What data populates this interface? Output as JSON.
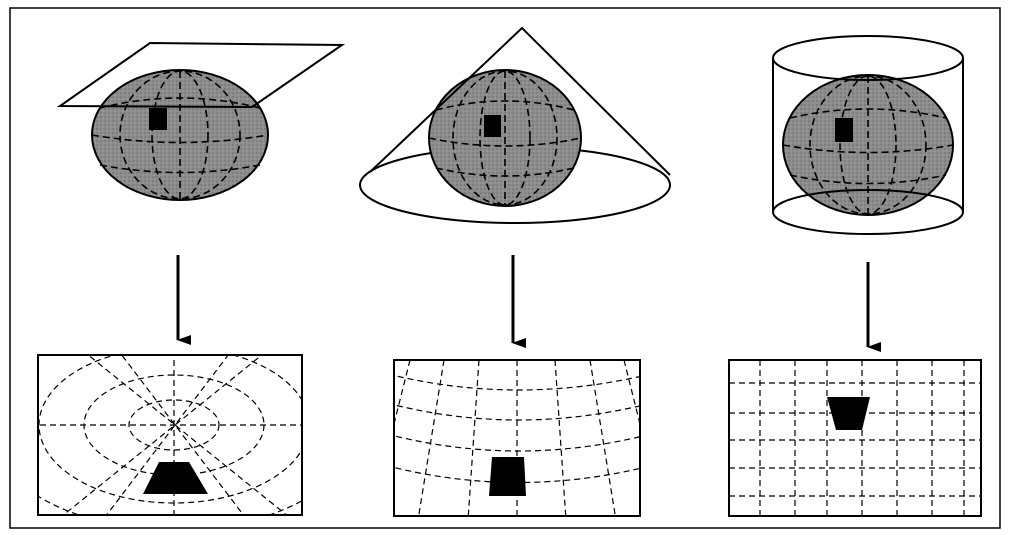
{
  "colors": {
    "background": "#ffffff",
    "ink": "#000000",
    "globe_fill": "#8c8c8c",
    "globe_shade": "#6e6e6e"
  },
  "panels": [
    {
      "projection": "planar",
      "surface_icon": "plane-icon",
      "grid_style": "concentric-circles-radial-lines"
    },
    {
      "projection": "conic",
      "surface_icon": "cone-icon",
      "grid_style": "arcs-converging-meridians"
    },
    {
      "projection": "cylindrical",
      "surface_icon": "cylinder-icon",
      "grid_style": "rectangular-grid"
    }
  ]
}
